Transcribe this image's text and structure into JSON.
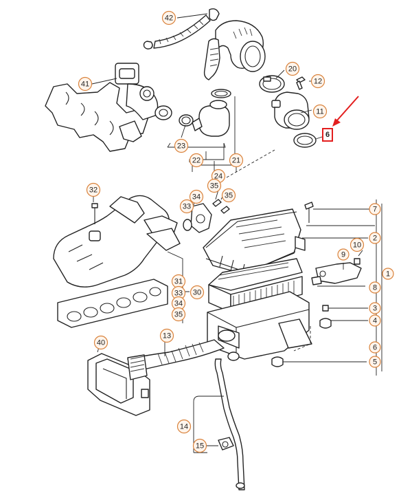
{
  "diagram": {
    "highlighted_label": "6",
    "highlight_color": "#e31e1e",
    "callout_border_color": "#d9823b",
    "callouts": [
      {
        "id": "c42",
        "text": "42"
      },
      {
        "id": "c41",
        "text": "41"
      },
      {
        "id": "c20",
        "text": "20"
      },
      {
        "id": "c12",
        "text": "12"
      },
      {
        "id": "c11",
        "text": "11"
      },
      {
        "id": "c23",
        "text": "23"
      },
      {
        "id": "c22",
        "text": "22"
      },
      {
        "id": "c21",
        "text": "21"
      },
      {
        "id": "c24",
        "text": "24"
      },
      {
        "id": "c32",
        "text": "32"
      },
      {
        "id": "c34",
        "text": "34"
      },
      {
        "id": "c35a",
        "text": "35"
      },
      {
        "id": "c35b",
        "text": "35"
      },
      {
        "id": "c33",
        "text": "33"
      },
      {
        "id": "c7",
        "text": "7"
      },
      {
        "id": "c2",
        "text": "2"
      },
      {
        "id": "c10",
        "text": "10"
      },
      {
        "id": "c9",
        "text": "9"
      },
      {
        "id": "c8",
        "text": "8"
      },
      {
        "id": "c1",
        "text": "1"
      },
      {
        "id": "c31",
        "text": "31"
      },
      {
        "id": "c33b",
        "text": "33"
      },
      {
        "id": "c30",
        "text": "30"
      },
      {
        "id": "c34b",
        "text": "34"
      },
      {
        "id": "c35c",
        "text": "35"
      },
      {
        "id": "c3",
        "text": "3"
      },
      {
        "id": "c4",
        "text": "4"
      },
      {
        "id": "c6",
        "text": "6"
      },
      {
        "id": "c5",
        "text": "5"
      },
      {
        "id": "c13",
        "text": "13"
      },
      {
        "id": "c40",
        "text": "40"
      },
      {
        "id": "c14",
        "text": "14"
      },
      {
        "id": "c15",
        "text": "15"
      }
    ]
  }
}
